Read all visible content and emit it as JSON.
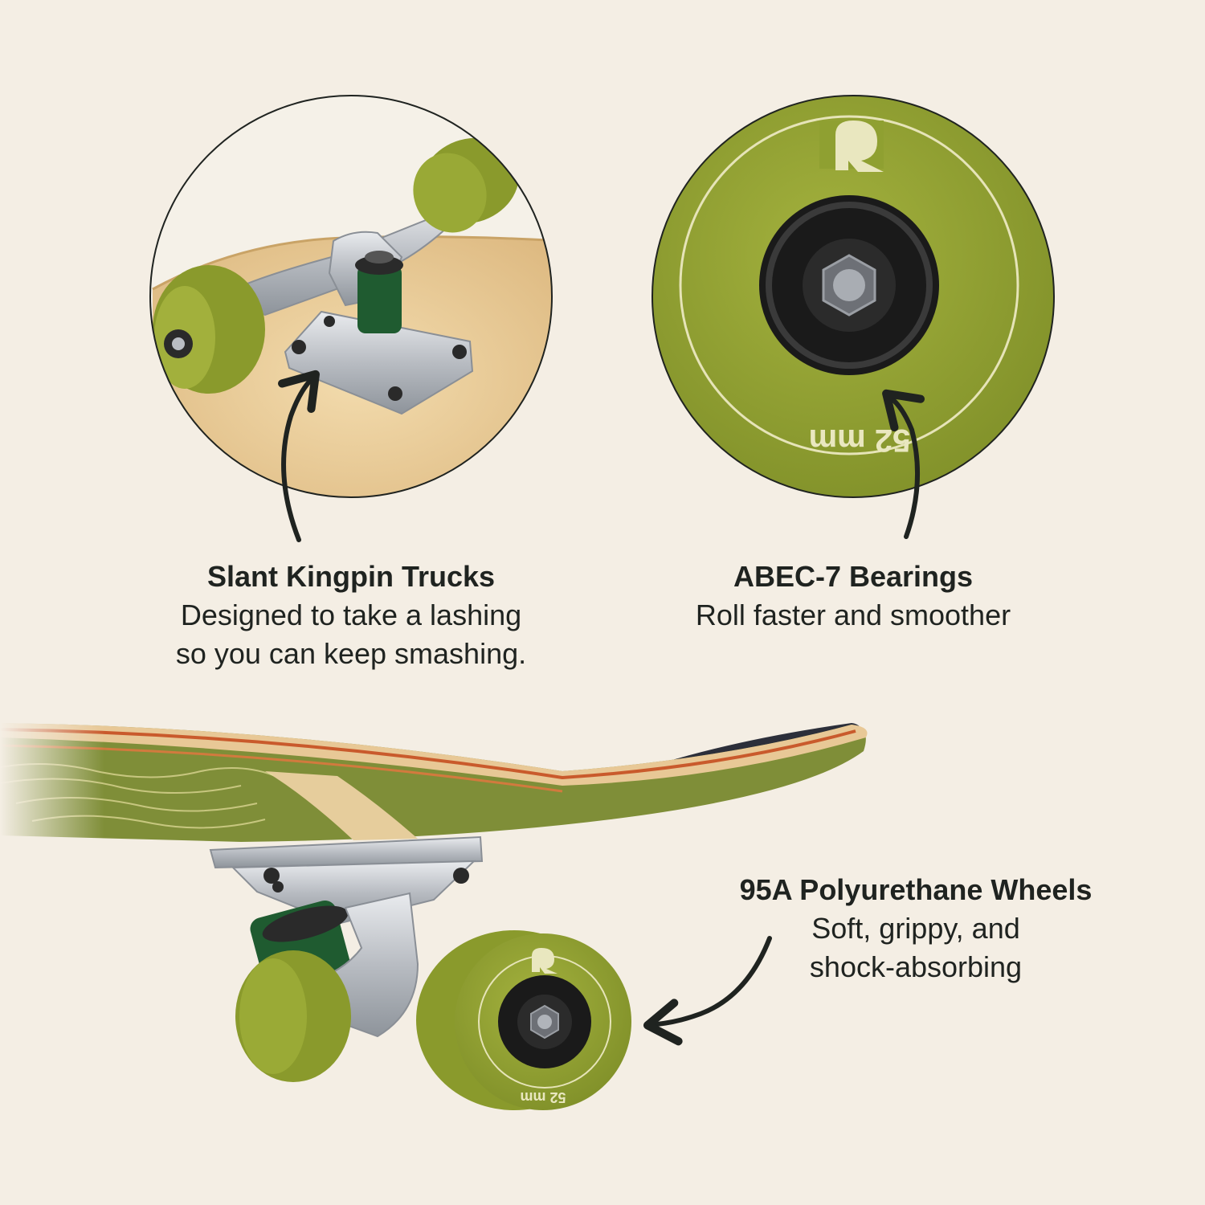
{
  "features": [
    {
      "title": "Slant Kingpin Trucks",
      "lines": [
        "Designed to take a lashing",
        "so you can keep smashing."
      ]
    },
    {
      "title": "ABEC-7 Bearings",
      "lines": [
        "Roll faster and smoother"
      ]
    },
    {
      "title": "95A Polyurethane Wheels",
      "lines": [
        "Soft, grippy, and",
        "shock-absorbing"
      ]
    }
  ],
  "wheel_marking": "52 mm",
  "colors": {
    "background": "#f4eee4",
    "wheel_green": "#8a9a2c",
    "bushing_green": "#1f5b30",
    "deck_wood": "#e8c896",
    "deck_green": "#7f8e38",
    "metal": "#c9ccd0",
    "text": "#1f2320"
  }
}
